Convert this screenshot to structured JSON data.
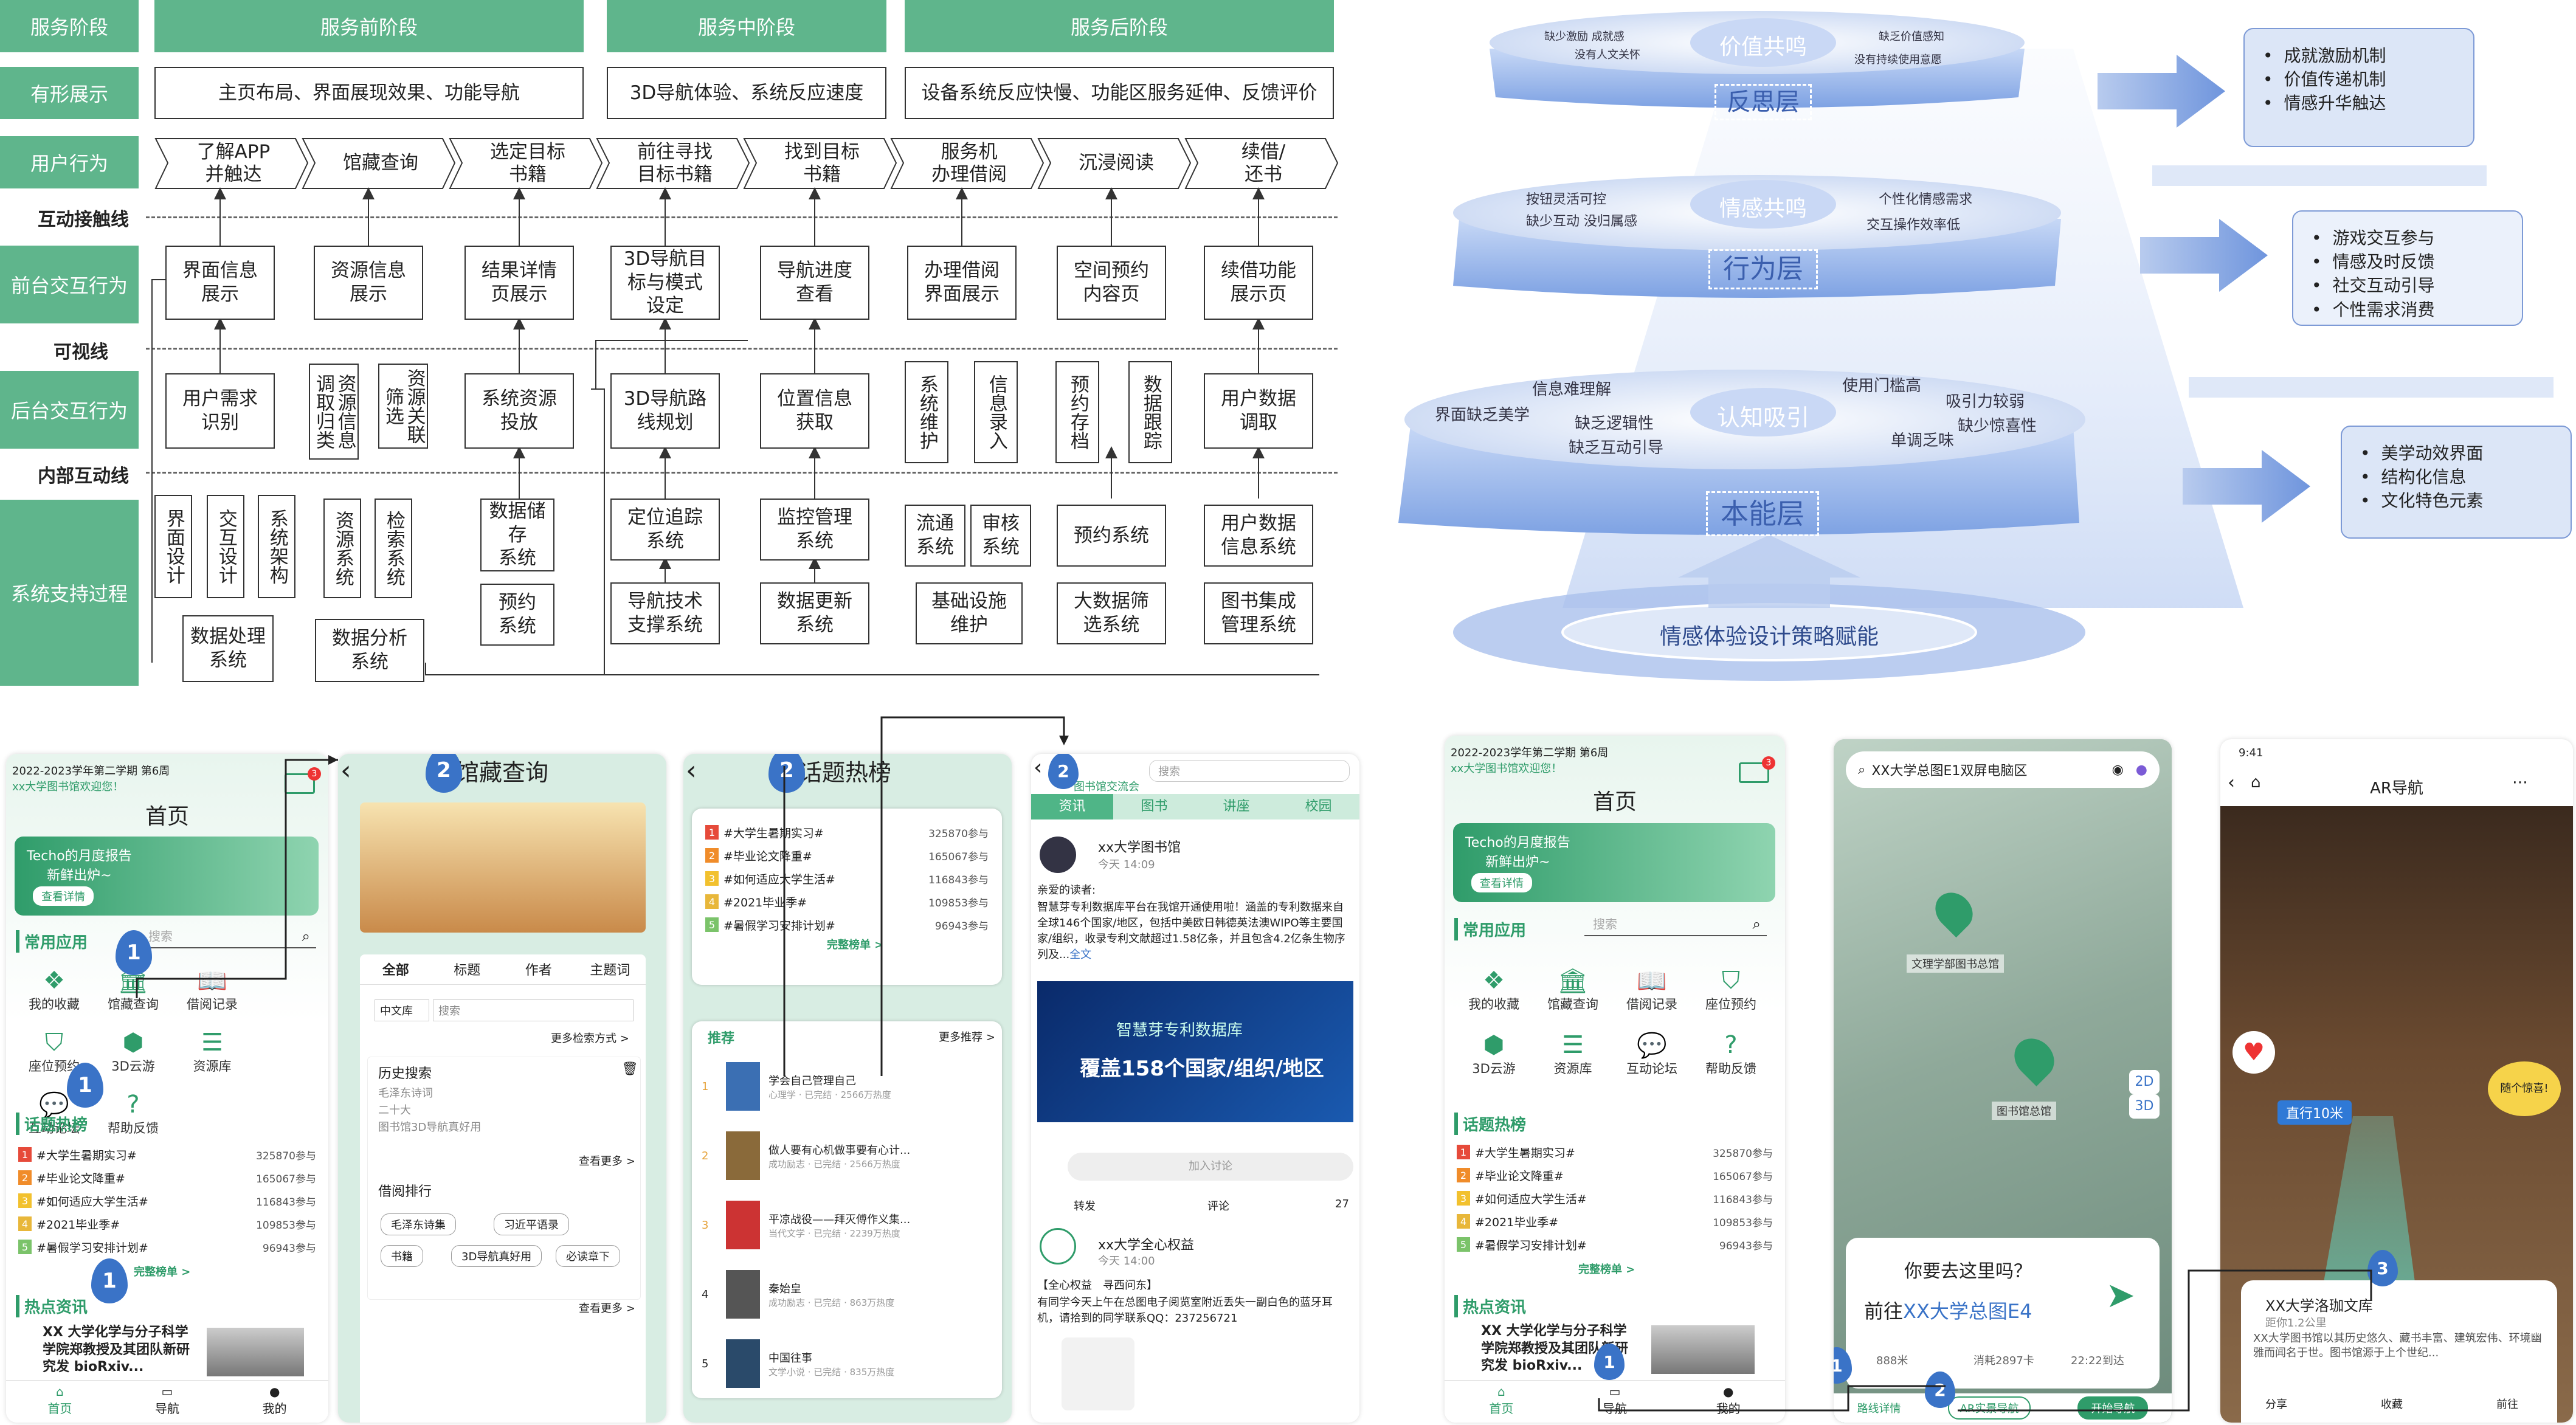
{
  "blueprint": {
    "row_labels": [
      "服务阶段",
      "有形展示",
      "用户行为",
      "互动接触线",
      "前台交互行为",
      "可视线",
      "后台交互行为",
      "内部互动线",
      "系统支持过程"
    ],
    "stages": [
      "服务前阶段",
      "服务中阶段",
      "服务后阶段"
    ],
    "evidence": [
      "主页布局、界面展现效果、功能导航",
      "3D导航体验、系统反应速度",
      "设备系统反应快慢、功能区服务延伸、反馈评价"
    ],
    "user_actions": [
      "了解APP\n并触达",
      "馆藏查询",
      "选定目标\n书籍",
      "前往寻找\n目标书籍",
      "找到目标\n书籍",
      "服务机\n办理借阅",
      "沉浸阅读",
      "续借/\n还书"
    ],
    "front": [
      "界面信息\n展示",
      "资源信息\n展示",
      "结果详情\n页展示",
      "3D导航目\n标与模式\n设定",
      "导航进度\n查看",
      "办理借阅\n界面展示",
      "空间预约\n内容页",
      "续借功能\n展示页"
    ],
    "back_h": [
      "用户需求\n识别",
      "系统资源\n投放",
      "3D导航路\n线规划",
      "位置信息\n获取",
      "用户数据\n调取"
    ],
    "back_v": [
      "资源信息调取归类",
      "资源关联筛选",
      "系统维护",
      "信息录入",
      "预约存档",
      "数据跟踪"
    ],
    "support_v": [
      "界面设计",
      "交互设计",
      "系统架构",
      "资源系统",
      "检索系统"
    ],
    "support_h": [
      "数据储存\n系统",
      "预约\n系统",
      "定位追踪\n系统",
      "导航技术\n支撑系统",
      "监控管理\n系统",
      "数据更新\n系统",
      "流通\n系统",
      "审核\n系统",
      "基础设施\n维护",
      "预约系统",
      "大数据筛\n选系统",
      "用户数据\n信息系统",
      "图书集成\n管理系统",
      "数据处理\n系统",
      "数据分析\n系统"
    ]
  },
  "pyramid": {
    "layers": [
      {
        "core": "价值共鸣",
        "level": "反思层",
        "left": [
          "缺少激励 成就感",
          "没有人文关怀"
        ],
        "right": [
          "缺乏价值感知",
          "没有持续使用意愿"
        ],
        "bullets": [
          "成就激励机制",
          "价值传递机制",
          "情感升华触达"
        ]
      },
      {
        "core": "情感共鸣",
        "level": "行为层",
        "left": [
          "按钮灵活可控",
          "缺少互动 没归属感"
        ],
        "right": [
          "个性化情感需求",
          "交互操作效率低"
        ],
        "bullets": [
          "游戏交互参与",
          "情感及时反馈",
          "社交互动引导",
          "个性需求消费"
        ]
      },
      {
        "core": "认知吸引",
        "level": "本能层",
        "left": [
          "信息难理解",
          "界面缺乏美学",
          "缺乏逻辑性",
          "缺乏互动引导"
        ],
        "right": [
          "使用门槛高",
          "吸引力较弱",
          "缺少惊喜性",
          "单调乏味"
        ],
        "bullets": [
          "美学动效界面",
          "结构化信息",
          "文化特色元素"
        ]
      }
    ],
    "base": "情感体验设计策略赋能"
  },
  "home": {
    "term": "2022-2023学年第二学期 第6周",
    "welcome": "xx大学图书馆欢迎您！",
    "title": "首页",
    "banner": "Techo的月度报告\n新鲜出炉~",
    "banner_btn": "查看详情",
    "search_placeholder": "搜索",
    "common": "常用应用",
    "apps": [
      "我的收藏",
      "馆藏查询",
      "借阅记录",
      "座位预约",
      "3D云游",
      "资源库",
      "互动论坛",
      "帮助反馈"
    ],
    "hot": "话题热榜",
    "topics": [
      [
        "#大学生暑期实习#",
        "325870参与"
      ],
      [
        "#毕业论文降重#",
        "165067参与"
      ],
      [
        "#如何适应大学生活#",
        "116843参与"
      ],
      [
        "#2021毕业季#",
        "109853参与"
      ],
      [
        "#暑假学习安排计划#",
        "96943参与"
      ]
    ],
    "more_list": "完整榜单 >",
    "news": "热点资讯",
    "news_text": "XX 大学化学与分子科学学院郑教授及其团队新研究发 bioRxiv...",
    "nav": [
      "首页",
      "导航",
      "我的"
    ],
    "mail_count": "3"
  },
  "catalog": {
    "title": "馆藏查询",
    "tabs": [
      "全部",
      "标题",
      "作者",
      "主题词"
    ],
    "lang": "中文库",
    "search": "搜索",
    "more": "更多检索方式 >",
    "history": "历史搜索",
    "history_items": [
      "毛泽东诗词",
      "二十大",
      "图书馆3D导航真好用"
    ],
    "see_more": "查看更多 >",
    "rank": "借阅排行",
    "tags": [
      "毛泽东诗集",
      "习近平语录",
      "书籍",
      "3D导航真好用",
      "必读章下"
    ]
  },
  "topics_page": {
    "title": "话题热榜",
    "list": [
      [
        "#大学生暑期实习#",
        "325870参与"
      ],
      [
        "#毕业论文降重#",
        "165067参与"
      ],
      [
        "#如何适应大学生活#",
        "116843参与"
      ],
      [
        "#2021毕业季#",
        "109853参与"
      ],
      [
        "#暑假学习安排计划#",
        "96943参与"
      ]
    ],
    "all": "完整榜单 >",
    "rec": "推荐",
    "rec_more": "更多推荐 >",
    "books": [
      [
        "学会自己管理自己",
        "心理学 · 已完结 · 2566万热度"
      ],
      [
        "做人要有心机做事要有心计...",
        "成功励志 · 已完结 · 2566万热度"
      ],
      [
        "平凉战役——拜灭傅作义集...",
        "当代文学 · 已完结 · 2239万热度"
      ],
      [
        "秦始皇",
        "成功励志 · 已完结 · 863万热度"
      ],
      [
        "中国往事",
        "文学小说 · 已完结 · 835万热度"
      ]
    ]
  },
  "forum": {
    "title": "图书馆交流会",
    "search": "搜索",
    "tabs": [
      "资讯",
      "图书",
      "讲座",
      "校园"
    ],
    "post1_name": "xx大学图书馆",
    "post1_time": "今天 14:09",
    "post1_greet": "亲爱的读者:",
    "post1_body": "智慧芽专利数据库平台在我馆开通使用啦！涵盖的专利数据来自全球146个国家/地区，包括中美欧日韩德英法澳WIPO等主要国家/组织，收录专利文献超过1.58亿条，并且包含4.2亿条生物序列及...",
    "post1_more": "全文",
    "ad_brand": "智慧芽专利数据库",
    "ad_line": "覆盖158个国家/组织/地区",
    "join": "加入讨论",
    "actions": [
      "转发",
      "评论",
      "27"
    ],
    "post2_name": "xx大学全心权益",
    "post2_time": "今天 14:00",
    "post2_tag": "【全心权益　寻西问东】",
    "post2_body": "有同学今天上午在总图电子阅览室附近丢失一副白色的蓝牙耳机，请拾到的同学联系QQ：237256721"
  },
  "map": {
    "search": "XX大学总图E1双屏电脑区",
    "label1": "文理学部图书总馆",
    "label2": "图书馆总馆",
    "ask": "你要去这里吗？",
    "goto": "前往",
    "dest": "XX大学总图E4",
    "dist": "888米",
    "steps": "消耗2897卡",
    "time": "22:22到达",
    "route": "路线详情",
    "ar": "AR实景导航",
    "start": "开始导航",
    "btn2d": "2D",
    "btn3d": "3D"
  },
  "ar": {
    "time": "9:41",
    "title": "AR导航",
    "straight": "直行10米",
    "badge": "随个惊喜!",
    "place": "XX大学洛珈文库",
    "place_dist": "距你1.2公里",
    "place_desc": "XX大学图书馆以其历史悠久、藏书丰富、建筑宏伟、环境幽雅而闻名于世。图书馆源于上个世纪...",
    "actions": [
      "分享",
      "收藏",
      "前往"
    ]
  },
  "markers": [
    "1",
    "2",
    "2",
    "2",
    "1",
    "2",
    "3"
  ]
}
